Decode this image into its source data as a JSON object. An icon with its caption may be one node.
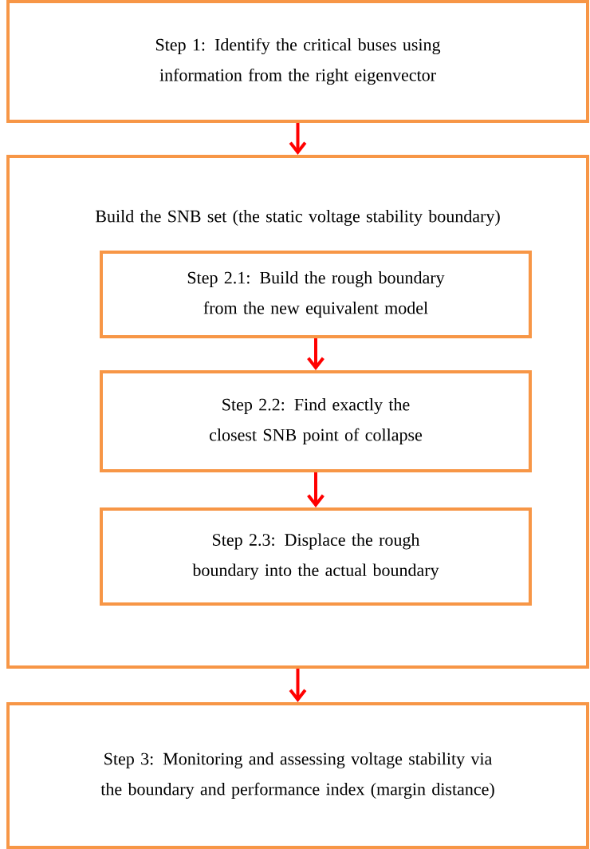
{
  "diagram": {
    "nodes": [
      {
        "text": [
          "Step 1: Identify the critical buses using information from the right eigenvector"
        ]
      },
      {
        "text": [
          "Build the SNB set (the static voltage stability boundary)"
        ]
      },
      {
        "text": [
          "Step 2.1: Build the rough boundary from the new equivalent model"
        ],
        "in": 1
      },
      {
        "text": [
          "Step 2.2: Find exactly the closest SNB point of collapse"
        ],
        "in": 1
      },
      {
        "text": [
          "Step 2.3: Displace the rough boundary into the actual boundary"
        ],
        "in": 1
      },
      {
        "text": [
          "Step 3: Monitoring and assessing voltage stability via the boundary and performance index (margin distance)"
        ]
      }
    ],
    "edges": [
      {
        "from": 0,
        "to": 1,
        "arrow": "to"
      },
      {
        "from": 2,
        "to": 3,
        "arrow": "to"
      },
      {
        "from": 3,
        "to": 4,
        "arrow": "to"
      },
      {
        "from": 1,
        "to": 5,
        "arrow": "to"
      }
    ]
  }
}
